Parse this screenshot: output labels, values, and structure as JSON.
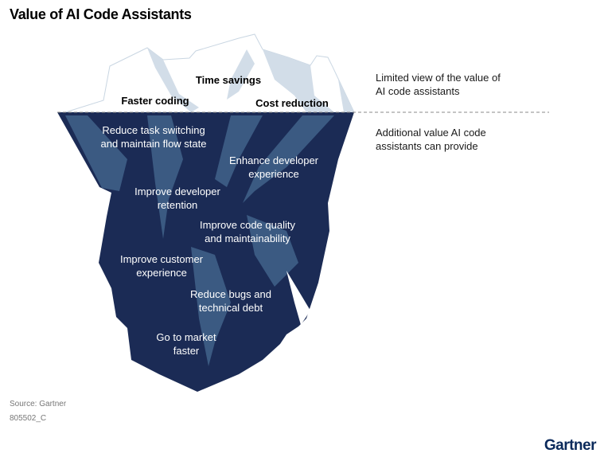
{
  "title": "Value of AI Code Assistants",
  "above_water": [
    "Faster coding",
    "Time savings",
    "Cost reduction"
  ],
  "below_water": [
    {
      "l1": "Reduce task switching",
      "l2": "and maintain flow state"
    },
    {
      "l1": "Enhance developer",
      "l2": "experience"
    },
    {
      "l1": "Improve developer",
      "l2": "retention"
    },
    {
      "l1": "Improve code quality",
      "l2": "and maintainability"
    },
    {
      "l1": "Improve customer",
      "l2": "experience"
    },
    {
      "l1": "Reduce bugs and",
      "l2": "technical debt"
    },
    {
      "l1": "Go to market",
      "l2": "faster"
    }
  ],
  "side_labels": {
    "above": {
      "l1": "Limited view of the value of",
      "l2": "AI code assistants"
    },
    "below": {
      "l1": "Additional value AI code",
      "l2": "assistants can provide"
    }
  },
  "source": "Source: Gartner",
  "code": "805502_C",
  "logo": "Gartner",
  "colors": {
    "navy": "#1b2b55",
    "stripe": "#3b5a82",
    "ice_shade": "#d2dde8"
  }
}
